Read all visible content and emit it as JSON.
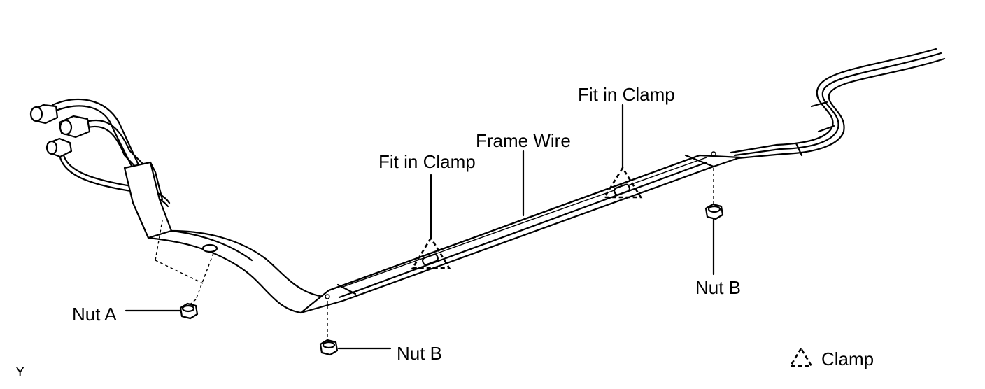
{
  "labels": {
    "frame_wire": "Frame Wire",
    "fit_in_clamp_left": "Fit in Clamp",
    "fit_in_clamp_right": "Fit in Clamp",
    "nut_a": "Nut A",
    "nut_b_bottom": "Nut B",
    "nut_b_right": "Nut B",
    "legend_clamp": "Clamp",
    "corner_code": "Y"
  }
}
